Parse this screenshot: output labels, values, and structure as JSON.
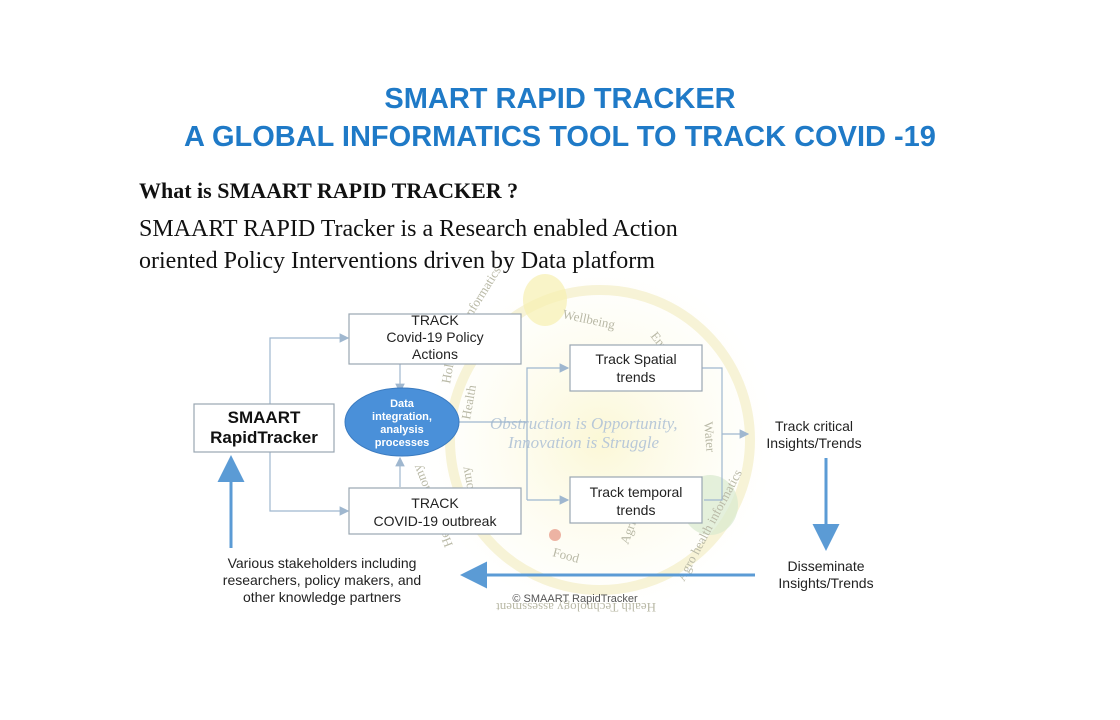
{
  "header": {
    "title_line1": "SMART RAPID TRACKER",
    "title_line2": "A GLOBAL INFORMATICS TOOL TO TRACK COVID -19"
  },
  "intro": {
    "question": "What is SMAART RAPID TRACKER ?",
    "answer_line1": "SMAART RAPID Tracker is a Research enabled Action",
    "answer_line2": "oriented Policy Interventions driven by Data platform"
  },
  "diagram": {
    "source": {
      "line1": "SMAART",
      "line2": "RapidTracker"
    },
    "policy": {
      "line1": "TRACK",
      "line2": "Covid-19 Policy",
      "line3": "Actions"
    },
    "outbreak": {
      "line1": "TRACK",
      "line2": "COVID-19 outbreak"
    },
    "hub": {
      "line1": "Data",
      "line2": "integration,",
      "line3": "analysis",
      "line4": "processes"
    },
    "spatial": {
      "line1": "Track Spatial",
      "line2": "trends"
    },
    "temporal": {
      "line1": "Track temporal",
      "line2": "trends"
    },
    "critical": {
      "line1": "Track critical",
      "line2": "Insights/Trends"
    },
    "disseminate": {
      "line1": "Disseminate",
      "line2": "Insights/Trends"
    },
    "stakeholders": {
      "line1": "Various stakeholders including",
      "line2": "researchers, policy makers, and",
      "line3": "other knowledge partners"
    },
    "copyright": "© SMAART RapidTracker",
    "watermark": {
      "line1": "Obstruction is Opportunity,",
      "line2": "Innovation is Struggle",
      "ring_words": [
        "Wellbeing",
        "Environment",
        "Water",
        "Agro health informatics",
        "Health Technology assessment",
        "Agriculture",
        "Food",
        "Health Economy",
        "Economy",
        "Health",
        "Holistic",
        "informatics"
      ]
    },
    "colors": {
      "arrow_light": "#9fb7cf",
      "arrow_strong": "#5b9bd5",
      "hub_fill": "#4a90d9",
      "box_border": "#9aa6b2",
      "watermark_yellow": "#f3edb0"
    }
  }
}
